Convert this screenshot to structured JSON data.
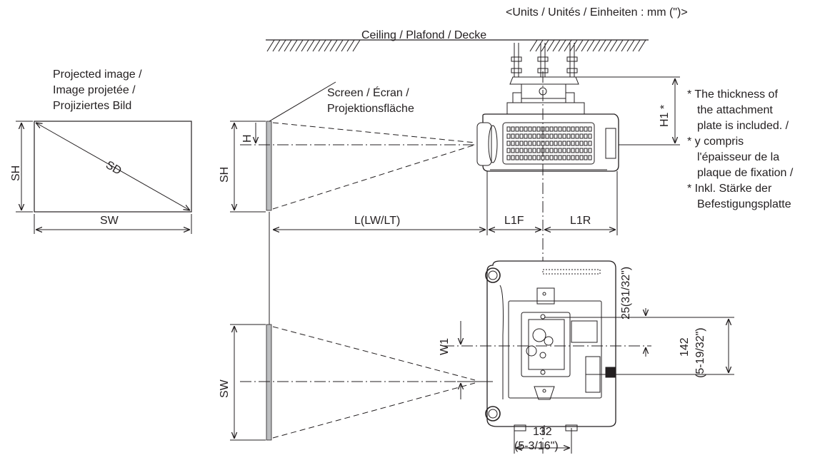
{
  "units_note": "<Units / Unités / Einheiten : mm (\")>",
  "ceiling_label": "Ceiling / Plafond / Decke",
  "projected_image": {
    "caption_lines": [
      "Projected image /",
      "Image projetée /",
      "Projiziertes Bild"
    ],
    "sh": "SH",
    "sw": "SW",
    "sd": "SD"
  },
  "screen_caption_lines": [
    "Screen / Écran /",
    "Projektionsfläche"
  ],
  "side_view": {
    "h": "H",
    "sh": "SH",
    "h1": "H1 *",
    "l": "L(LW/LT)",
    "l1f": "L1F",
    "l1r": "L1R"
  },
  "footnote_lines": [
    "* The thickness of",
    "the attachment",
    "plate is included. /",
    "* y compris",
    "l'épaisseur de la",
    "plaque de fixation /",
    "* Inkl. Stärke der",
    "Befestigungsplatte"
  ],
  "top_view": {
    "sw": "SW",
    "w1": "W1",
    "d25": "25(31/32\")",
    "d142_mm": "142",
    "d142_in": "(5-19/32\")",
    "d132_mm": "132",
    "d132_in": "(5-3/16\")"
  }
}
